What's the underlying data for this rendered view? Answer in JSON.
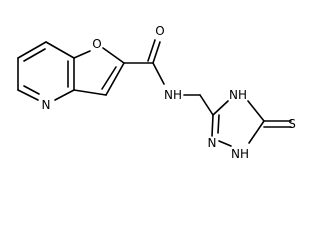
{
  "atoms": {
    "furan_o": "O",
    "amide_o": "O",
    "pyridine_n": "N",
    "amide_nh": "NH",
    "triazole_nh_top": "NH",
    "triazole_n": "N",
    "triazole_nh_bottom": "NH",
    "thione_s": "S"
  }
}
